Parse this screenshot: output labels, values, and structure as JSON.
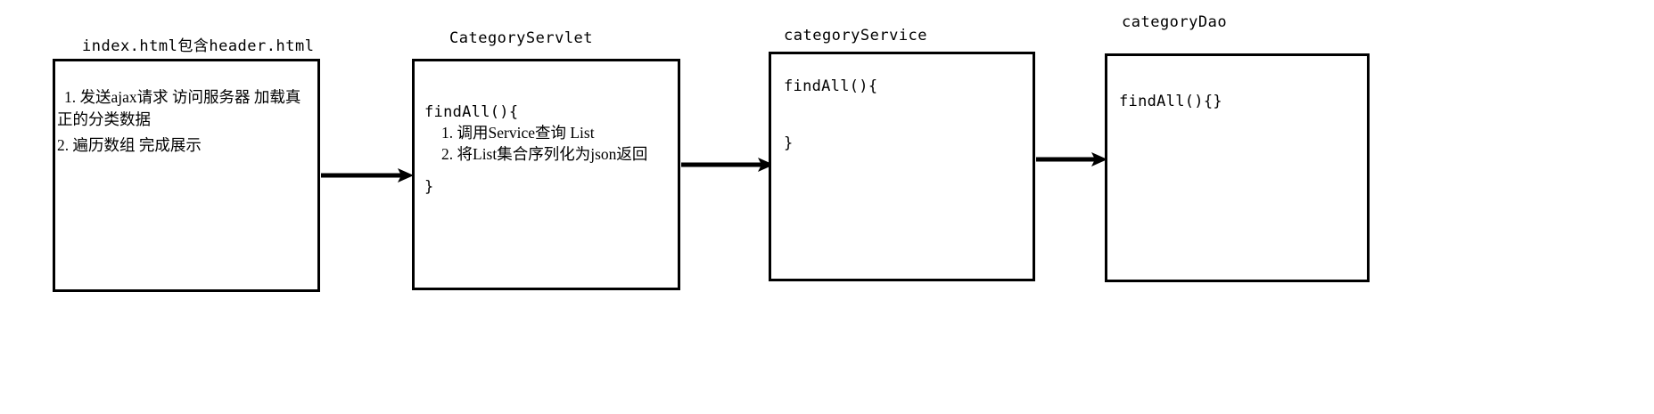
{
  "diagram": {
    "title_note": "index.html category load flow",
    "background_color": "#ffffff",
    "line_color": "#000000",
    "nodes": [
      {
        "id": "index-html",
        "title": "index.html包含header.html",
        "lines": [
          "1. 发送ajax请求 访问服务器 加载真",
          "正的分类数据",
          "2. 遍历数组 完成展示"
        ]
      },
      {
        "id": "category-servlet",
        "title": "CategoryServlet",
        "lines": [
          "findAll(){",
          "1. 调用Service查询 List",
          "2. 将List集合序列化为json返回",
          "}"
        ]
      },
      {
        "id": "category-service",
        "title": "categoryService",
        "lines": [
          "findAll(){",
          "}"
        ]
      },
      {
        "id": "category-dao",
        "title": "categoryDao",
        "lines": [
          "findAll(){}"
        ]
      }
    ],
    "connectors": [
      {
        "id": "arrow-index-to-servlet",
        "from": "index-html",
        "to": "category-servlet"
      },
      {
        "id": "arrow-servlet-to-service",
        "from": "category-servlet",
        "to": "category-service"
      },
      {
        "id": "arrow-service-to-dao",
        "from": "category-service",
        "to": "category-dao"
      }
    ]
  }
}
